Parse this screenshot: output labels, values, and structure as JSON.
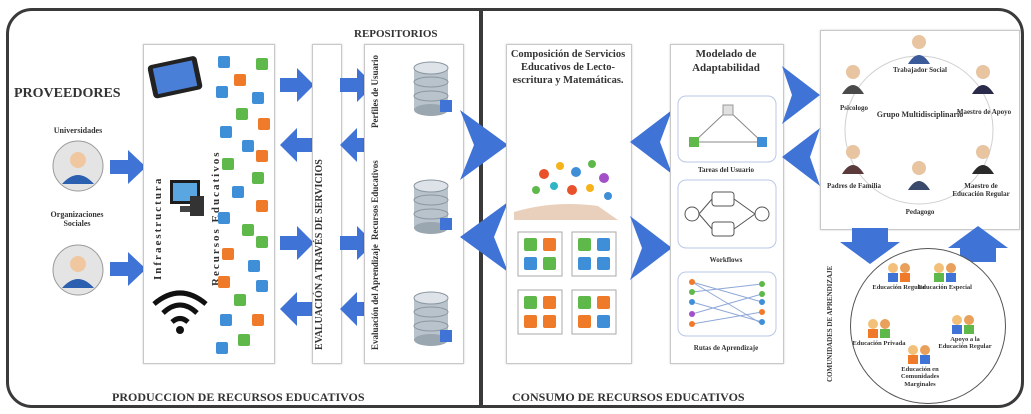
{
  "left": {
    "providers_title": "PROVEEDORES",
    "universities": "Universidades",
    "social_orgs": "Organizaciones Sociales",
    "infrastructure": "Infraestructura",
    "educational_resources": "Recursos Educativos",
    "service_evaluation": "EVALUACIÓN A TRAVÉS DE SERVICIOS",
    "repositories_title": "REPOSITORIOS",
    "repo_user_profiles": "Perfiles de Usuario",
    "repo_edu_resources": "Recursos Educativos",
    "repo_learning_eval": "Evaluación del Aprendizaje",
    "bottom_label": "PRODUCCION DE RECURSOS EDUCATIVOS"
  },
  "right": {
    "composition_title": "Composición de Servicios Educativos de Lecto-escritura y Matemáticas.",
    "modeling_title": "Modelado de Adaptabilidad",
    "user_tasks": "Tareas del Usuario",
    "workflows": "Workflows",
    "learning_routes": "Rutas de Aprendizaje",
    "group_title": "Grupo Multidisciplinario",
    "roles": {
      "social_worker": "Trabajador Social",
      "psychologist": "Psicologo",
      "support_teacher": "Maestro de Apoyo",
      "parent": "Padres de Familia",
      "pedagogue": "Pedagogo",
      "regular_teacher": "Maestro de Educación Regular"
    },
    "communities_title": "COMUNIDADES DE APRENDIZAJE",
    "communities": {
      "regular": "Educación Regular",
      "special": "Educación Especial",
      "private": "Educación Privada",
      "support": "Apoyo a la Educación Regular",
      "marginalized": "Educación en Comunidades Marginales"
    },
    "bottom_label": "CONSUMO DE RECURSOS EDUCATIVOS"
  },
  "colors": {
    "arrow": "#3f73d6",
    "frame": "#3a3a3a",
    "tile_blue": "#3f8fd8",
    "tile_green": "#5fb84a",
    "tile_orange": "#ef7a2a"
  },
  "icons": [
    "person-icon",
    "tablet-icon",
    "computer-icon",
    "wifi-icon",
    "database-icon",
    "mindmap-icon",
    "node-graph-icon",
    "workflow-icon",
    "route-graph-icon"
  ]
}
